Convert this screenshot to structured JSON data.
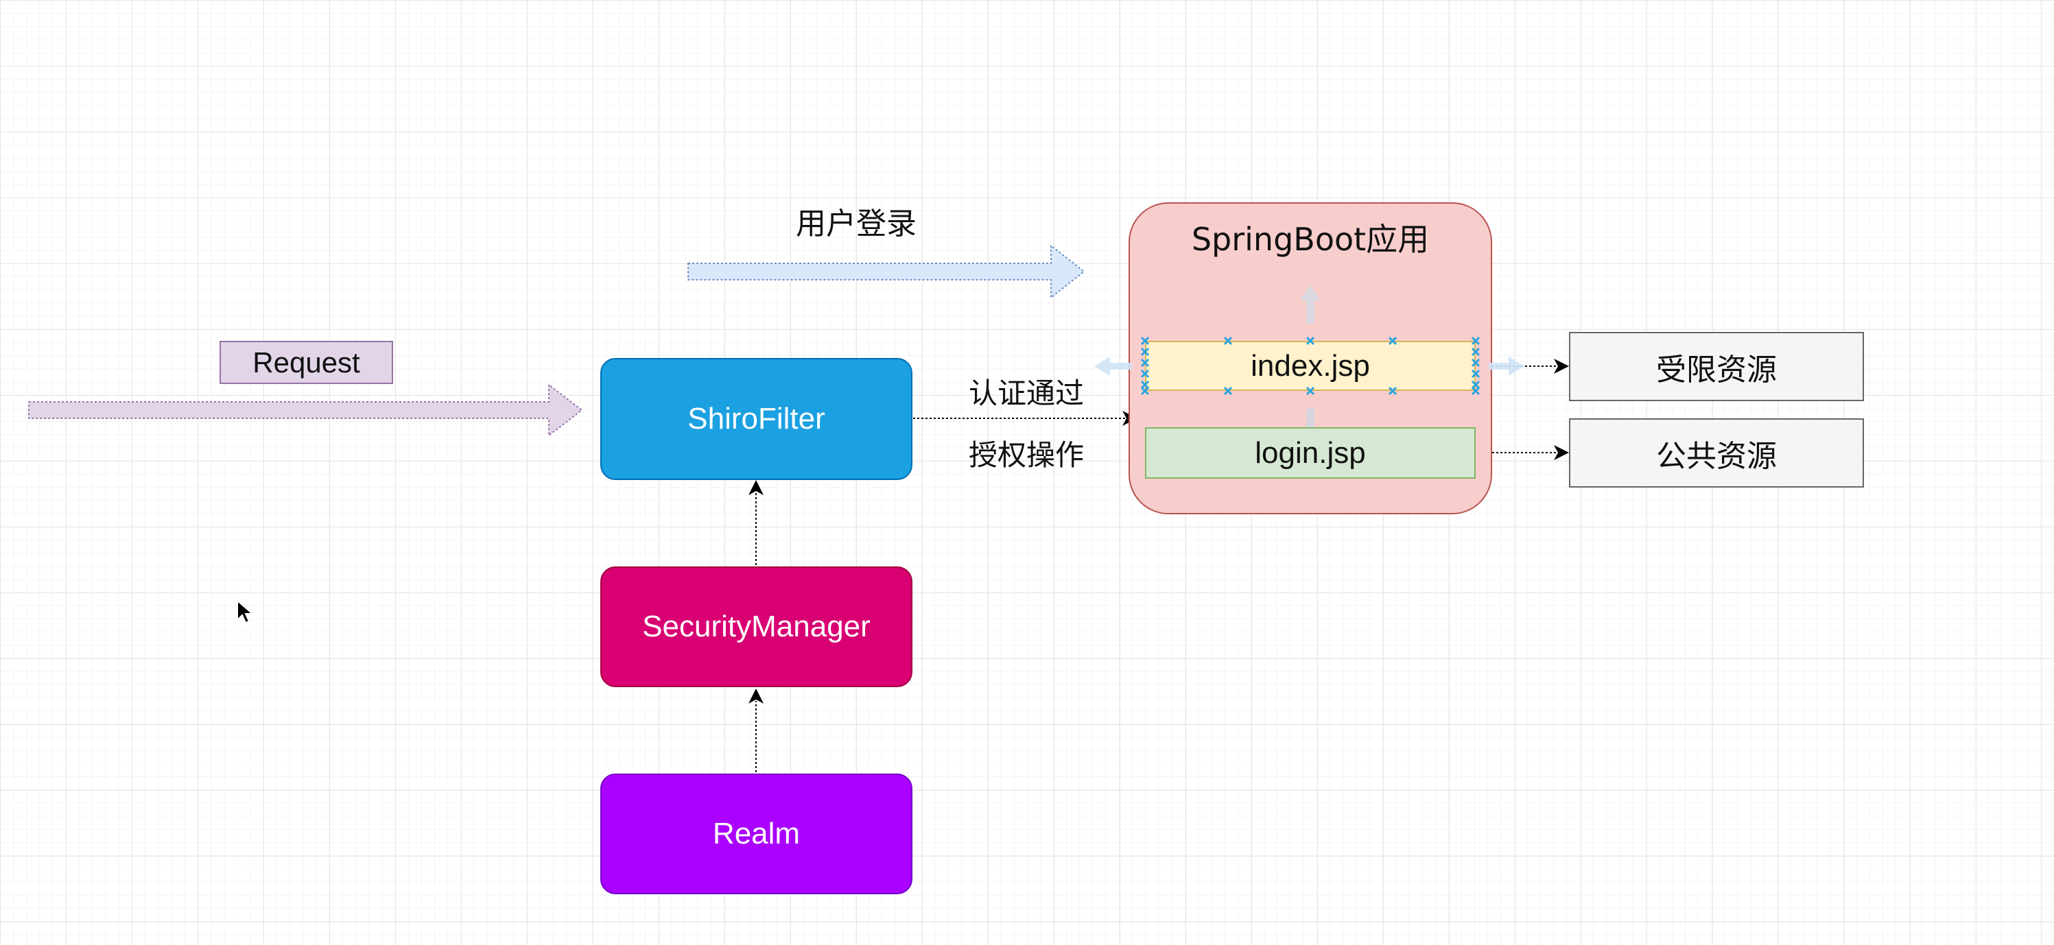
{
  "diagram": {
    "request": "Request",
    "shiro_filter": "ShiroFilter",
    "security_manager": "SecurityManager",
    "realm": "Realm",
    "user_login": "用户登录",
    "auth_passed": "认证通过",
    "authz_operation": "授权操作",
    "springboot_app": "SpringBoot应用",
    "index_jsp": "index.jsp",
    "login_jsp": "login.jsp",
    "restricted_resource": "受限资源",
    "public_resource": "公共资源"
  },
  "colors": {
    "shiro_filter": "#1ba1e2",
    "security_manager": "#d80073",
    "realm": "#aa00ff",
    "springboot_app": "#f8cecc",
    "request": "#e1d5e7",
    "index_jsp": "#fff2cc",
    "login_jsp": "#d5e8d4",
    "resource_box": "#f5f5f5",
    "selection_handle": "#29a3e0"
  }
}
